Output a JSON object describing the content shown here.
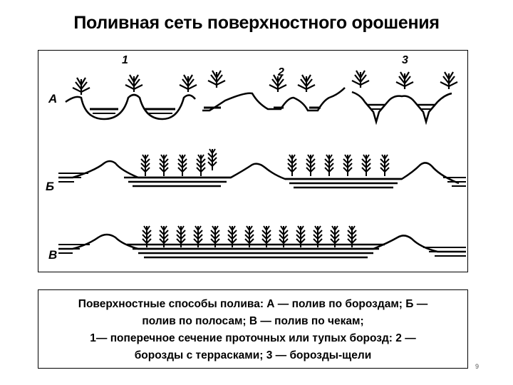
{
  "slide": {
    "title": "Поливная сеть поверхностного орошения",
    "page_number": "9"
  },
  "diagram": {
    "row_labels": [
      "А",
      "Б",
      "В"
    ],
    "variant_labels": [
      "1",
      "2",
      "3"
    ]
  },
  "caption": {
    "line1": "Поверхностные способы полива: А — полив по бороздам; Б —",
    "line2": "полив по полосам; В — полив по чекам;",
    "line3": "1— поперечное сечение проточных или тупых борозд: 2 —",
    "line4": "борозды с террасками; 3 — борозды-щели"
  }
}
